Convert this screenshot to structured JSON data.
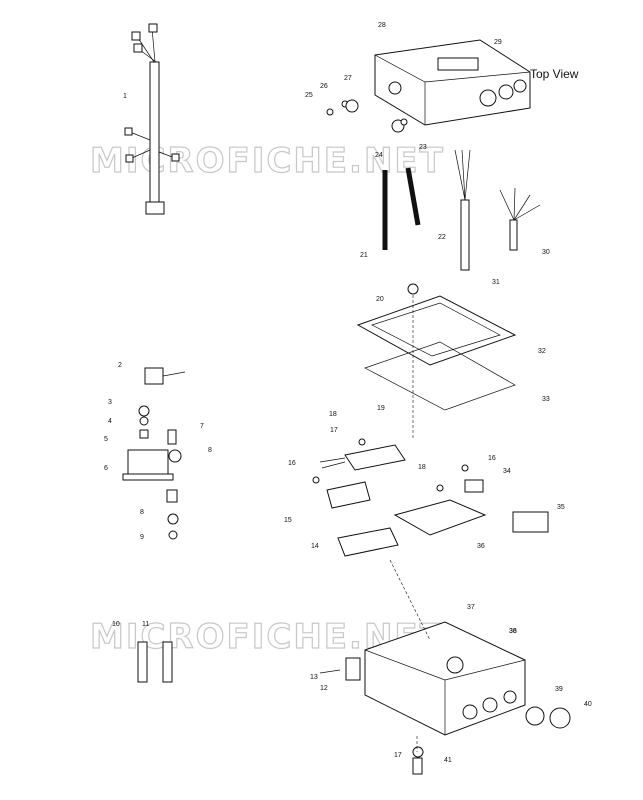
{
  "diagram": {
    "view_label": "Top View",
    "watermark": "MICROFICHE.NET",
    "callouts": [
      "1",
      "2",
      "3",
      "4",
      "5",
      "6",
      "7",
      "8",
      "8",
      "9",
      "10",
      "11",
      "12",
      "13",
      "14",
      "15",
      "16",
      "16",
      "17",
      "17",
      "18",
      "18",
      "19",
      "20",
      "21",
      "22",
      "23",
      "24",
      "25",
      "26",
      "27",
      "28",
      "29",
      "30",
      "31",
      "32",
      "33",
      "34",
      "35",
      "36",
      "36",
      "37",
      "38",
      "39",
      "40",
      "41"
    ]
  }
}
